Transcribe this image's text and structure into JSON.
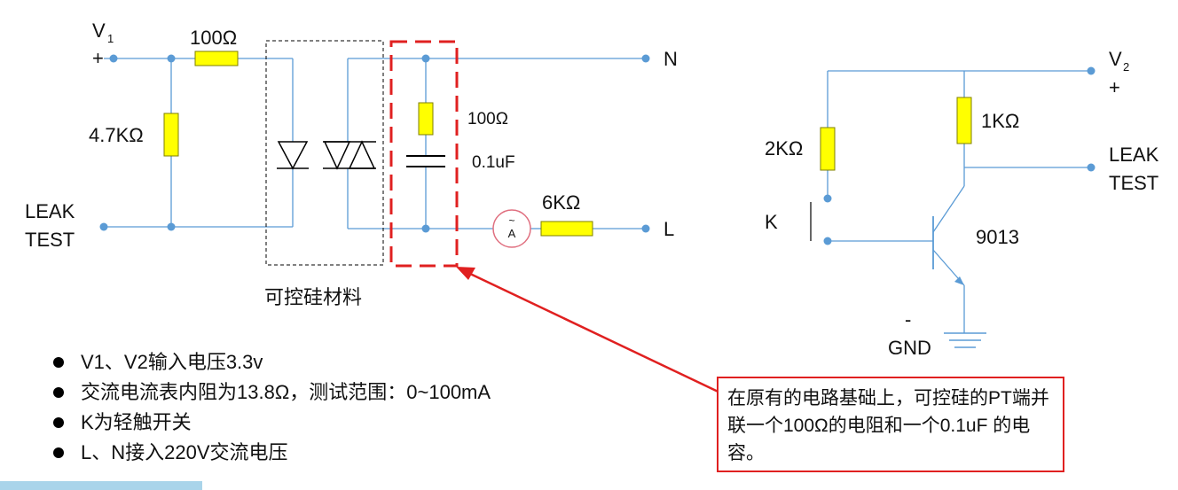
{
  "left_circuit": {
    "v1_label": "V",
    "v1_sub": "1",
    "plus": "+",
    "r_top": "100Ω",
    "r_left": "4.7KΩ",
    "leak": "LEAK",
    "test": "TEST",
    "snubber_r": "100Ω",
    "snubber_c": "0.1uF",
    "ammeter_tilde": "~",
    "ammeter_a": "A",
    "r_load": "6KΩ",
    "n": "N",
    "l": "L",
    "thyristor_label": "可控硅材料"
  },
  "right_circuit": {
    "v2_label": "V",
    "v2_sub": "2",
    "plus": "+",
    "r_base": "2KΩ",
    "r_collector": "1KΩ",
    "leak": "LEAK",
    "test": "TEST",
    "k": "K",
    "transistor": "9013",
    "minus": "-",
    "gnd": "GND"
  },
  "notes": [
    "V1、V2输入电压3.3v",
    "交流电流表内阻为13.8Ω，测试范围：0~100mA",
    "K为轻触开关",
    "L、N接入220V交流电压"
  ],
  "callout_text": "在原有的电路基础上，可控硅的PT端并联一个100Ω的电阻和一个0.1uF 的电容。",
  "colors": {
    "wire": "#5b9bd5",
    "resistor": "#ffff00",
    "highlight": "#e02020"
  }
}
